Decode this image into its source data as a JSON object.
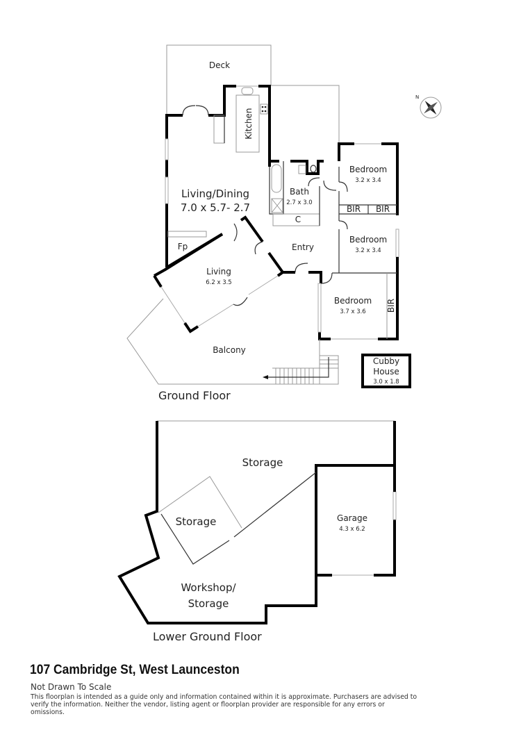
{
  "ground_floor": {
    "label": "Ground Floor",
    "rooms": {
      "deck": {
        "name": "Deck"
      },
      "kitchen": {
        "name": "Kitchen"
      },
      "living_dining": {
        "name": "Living/Dining",
        "dims": "7.0 x 5.7- 2.7"
      },
      "bath": {
        "name": "Bath",
        "dims": "2.7 x 3.0"
      },
      "closet": {
        "name": "C"
      },
      "bedroom1": {
        "name": "Bedroom",
        "dims": "3.2 x 3.4"
      },
      "bir1": {
        "name": "BIR"
      },
      "bir2": {
        "name": "BIR"
      },
      "bedroom2": {
        "name": "Bedroom",
        "dims": "3.2 x 3.4"
      },
      "fireplace": {
        "name": "Fp"
      },
      "entry": {
        "name": "Entry"
      },
      "living": {
        "name": "Living",
        "dims": "6.2 x 3.5"
      },
      "bedroom3": {
        "name": "Bedroom",
        "dims": "3.7 x 3.6"
      },
      "bir3": {
        "name": "BIR"
      },
      "balcony": {
        "name": "Balcony"
      },
      "cubby": {
        "name1": "Cubby",
        "name2": "House",
        "dims": "3.0 x 1.8"
      }
    }
  },
  "lower_floor": {
    "label": "Lower Ground Floor",
    "rooms": {
      "storage_main": {
        "name": "Storage"
      },
      "storage_small": {
        "name": "Storage"
      },
      "garage": {
        "name": "Garage",
        "dims": "4.3 x 6.2"
      },
      "workshop": {
        "name1": "Workshop/",
        "name2": "Storage"
      }
    }
  },
  "compass": {
    "label": "N",
    "icon": "compass-rose-icon"
  },
  "footer": {
    "address": "107 Cambridge St, West Launceston",
    "scale_note": "Not Drawn To Scale",
    "disclaimer": "This floorplan is intended as a guide only and information contained within it is approximate. Purchasers are advised to verify the information. Neither the vendor, listing agent or floorplan provider are responsible for any errors or omissions."
  }
}
